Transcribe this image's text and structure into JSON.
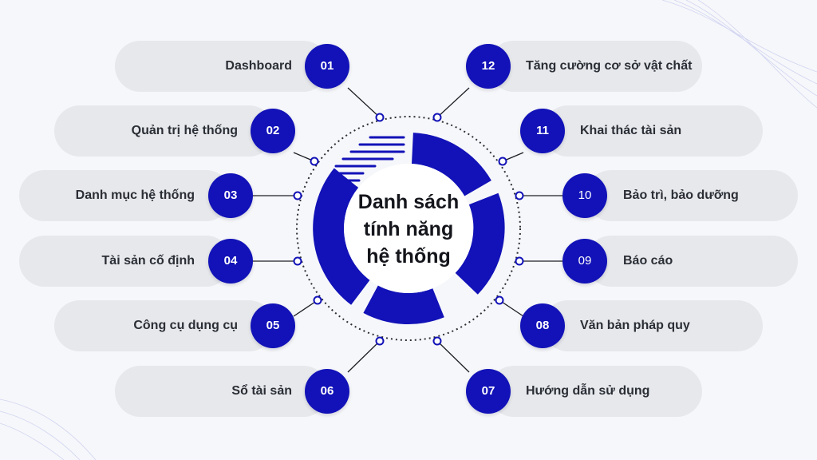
{
  "center_title": {
    "line1": "Danh sách",
    "line2": "tính năng",
    "line3": "hệ thống"
  },
  "items_left": [
    {
      "number": "01",
      "label": "Dashboard"
    },
    {
      "number": "02",
      "label": "Quản trị hệ thống"
    },
    {
      "number": "03",
      "label": "Danh mục hệ thống"
    },
    {
      "number": "04",
      "label": "Tài sản cố định"
    },
    {
      "number": "05",
      "label": "Công cụ dụng cụ"
    },
    {
      "number": "06",
      "label": "Sổ tài sản"
    }
  ],
  "items_right": [
    {
      "number": "12",
      "label": "Tăng cường cơ sở vật chất"
    },
    {
      "number": "11",
      "label": "Khai thác tài sản"
    },
    {
      "number": "10",
      "label": "Bảo trì, bảo dưỡng"
    },
    {
      "number": "09",
      "label": "Báo cáo"
    },
    {
      "number": "08",
      "label": "Văn bản pháp quy"
    },
    {
      "number": "07",
      "label": "Hướng dẫn sử dụng"
    }
  ],
  "colors": {
    "accent": "#1212b8",
    "pill": "#e6e8ec",
    "background": "#f6f7fa"
  }
}
